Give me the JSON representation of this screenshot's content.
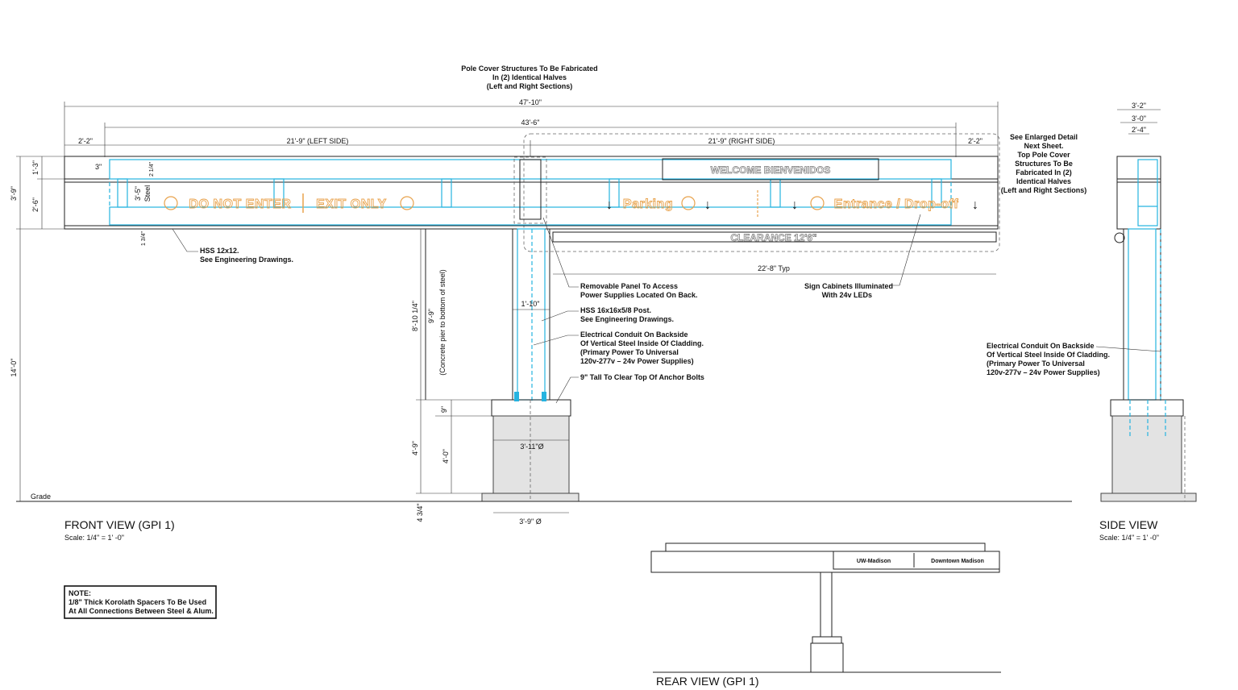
{
  "notes": {
    "fabrication_top": [
      "Pole Cover Structures To Be Fabricated",
      "In (2) Identical Halves",
      "(Left and Right Sections)"
    ],
    "enlarged_detail": [
      "See Enlarged Detail",
      "Next Sheet.",
      "Top Pole Cover",
      "Structures To Be",
      "Fabricated In (2)",
      "Identical Halves",
      "(Left and Right Sections)"
    ],
    "hss_beam": [
      "HSS 12x12.",
      "See Engineering Drawings."
    ],
    "removable_panel": [
      "Removable Panel To Access",
      "Power Supplies Located On Back."
    ],
    "sign_cabinets": [
      "Sign Cabinets Illuminated",
      "With 24v LEDs"
    ],
    "hss_post": [
      "HSS 16x16x5/8 Post.",
      "See Engineering Drawings."
    ],
    "conduit_front": [
      "Electrical Conduit On Backside",
      "Of Vertical Steel Inside Of Cladding.",
      "(Primary Power To Universal",
      "120v-277v – 24v Power Supplies)"
    ],
    "conduit_side": [
      "Electrical Conduit On Backside",
      "Of Vertical Steel Inside Of Cladding.",
      "(Primary Power To Universal",
      "120v-277v – 24v Power Supplies)"
    ],
    "anchor": "9\" Tall To Clear Top Of Anchor Bolts",
    "grade": "Grade",
    "spacer_note": [
      "NOTE:",
      "1/8\" Thick  Korolath Spacers To Be Used",
      "At All Connections Between Steel & Alum."
    ]
  },
  "dimensions": {
    "overall": "47'-10\"",
    "inner": "43'-6\"",
    "left_side": "21'-9\"  (LEFT SIDE)",
    "right_side": "21'-9\"  (RIGHT SIDE)",
    "end_left": "2'-2\"",
    "end_right": "2'-2\"",
    "clearance_span": "22'-8\" Typ",
    "post_width": "1'-10\"",
    "pier_dia": "3'-11\"Ø",
    "footing_dia": "3'-9\" Ø",
    "h_3_9": "3'-9\"",
    "h_1_3": "1'-3\"",
    "h_2_6": "2'-6\"",
    "h_14_0": "14'-0\"",
    "h_8_10": "8'-10 1/4\"",
    "h_9_9": "9'-9\"",
    "concrete_note": "(Concrete pier to bottom of steel)",
    "h_9": "9\"",
    "h_4_9": "4'-9\"",
    "h_4_0": "4'-0\"",
    "h_4_34": "4 3/4\"",
    "d_3": "3\"",
    "d_2_14": "2 1/4\"",
    "d_3_5": "3'-5\"",
    "steel": "Steel",
    "d_1_34": "1 3/4\"",
    "side_3_2": "3'-2\"",
    "side_3_0": "3'-0\"",
    "side_2_4": "2'-4\""
  },
  "signs": {
    "welcome": "WELCOME  BIENVENIDOS",
    "do_not_enter": "DO NOT ENTER",
    "exit_only": "EXIT ONLY",
    "parking": "Parking",
    "entrance": "Entrance / Drop-off",
    "clearance": "CLEARANCE 12'6\"",
    "uw": "UW-Madison",
    "downtown": "Downtown Madison"
  },
  "views": {
    "front": {
      "title": "FRONT VIEW (GPI 1)",
      "scale": "Scale: 1/4\" =  1' -0\""
    },
    "side": {
      "title": "SIDE VIEW",
      "scale": "Scale: 1/4\" =  1' -0\""
    },
    "rear": {
      "title": "REAR VIEW (GPI 1)"
    }
  }
}
